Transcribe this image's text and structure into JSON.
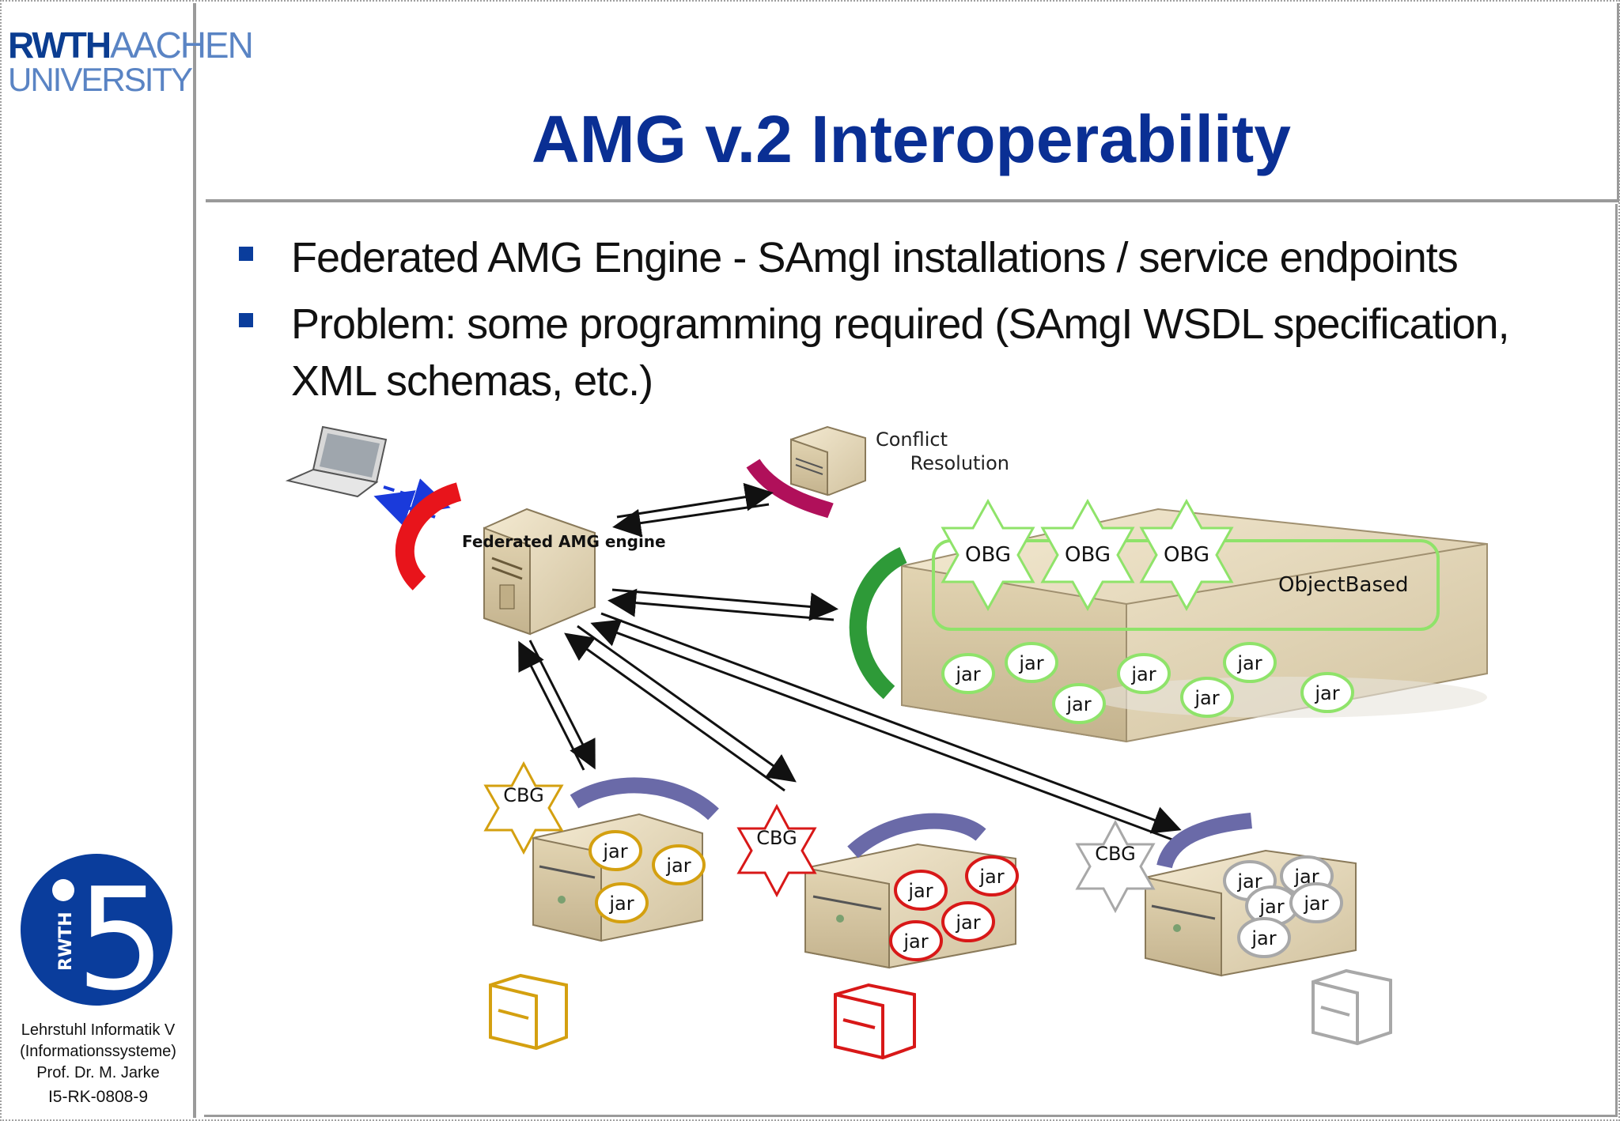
{
  "sidebar": {
    "logo_line1_a": "RWTH",
    "logo_line1_b": "AACHEN",
    "logo_line2": "UNIVERSITY",
    "i5_mark": "5",
    "i5_rwth": "RWTH",
    "chair_lines": [
      "Lehrstuhl Informatik V",
      "(Informationssysteme)",
      "Prof. Dr. M. Jarke"
    ],
    "slide_code": "I5-RK-0808-9"
  },
  "title": "AMG v.2 Interoperability",
  "bullets": [
    "Federated AMG Engine - SAmgI installations / service endpoints",
    "Problem: some programming required (SAmgI WSDL specification, XML schemas, etc.)"
  ],
  "diagram": {
    "conflict_label_1": "Conflict",
    "conflict_label_2": "Resolution",
    "engine_label": "Federated AMG engine",
    "objectbased_label": "ObjectBased",
    "obg_label": "OBG",
    "cbg_label": "CBG",
    "jar_label": "jar",
    "colors": {
      "red_arc": "#e8141b",
      "magenta_arc": "#b0105a",
      "green_arc": "#2e9a38",
      "purple_arc": "#6a6aa8",
      "green_outline": "#8fe36a",
      "gold": "#d4a010",
      "red": "#d81818",
      "gray": "#a8a8a8",
      "blue_arrow": "#1a3adb"
    }
  }
}
